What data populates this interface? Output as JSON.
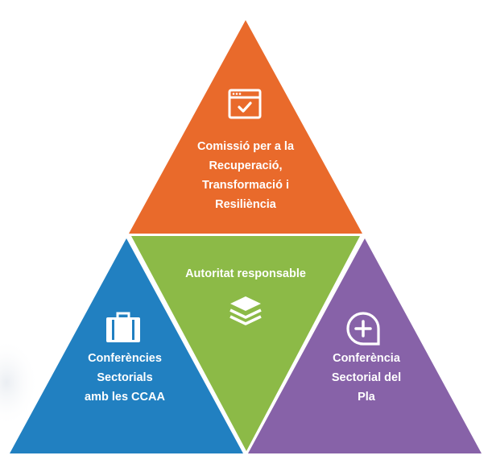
{
  "diagram": {
    "colors": {
      "orange": "#E96A2B",
      "green": "#8CBA47",
      "blue": "#2180C1",
      "purple": "#8762A8",
      "text": "#ffffff"
    },
    "top": {
      "icon": "browser-window-check-icon",
      "lines": [
        "Comissió per a la",
        "Recuperació,",
        "Transformació i",
        "Resiliència"
      ]
    },
    "center": {
      "icon": "layers-icon",
      "lines": [
        "Autoritat responsable"
      ]
    },
    "left": {
      "icon": "briefcase-icon",
      "lines": [
        "Conferències",
        "Sectorials",
        "amb les CCAA"
      ]
    },
    "right": {
      "icon": "add-chat-bubble-icon",
      "lines": [
        "Conferència",
        "Sectorial del",
        "Pla"
      ]
    }
  }
}
